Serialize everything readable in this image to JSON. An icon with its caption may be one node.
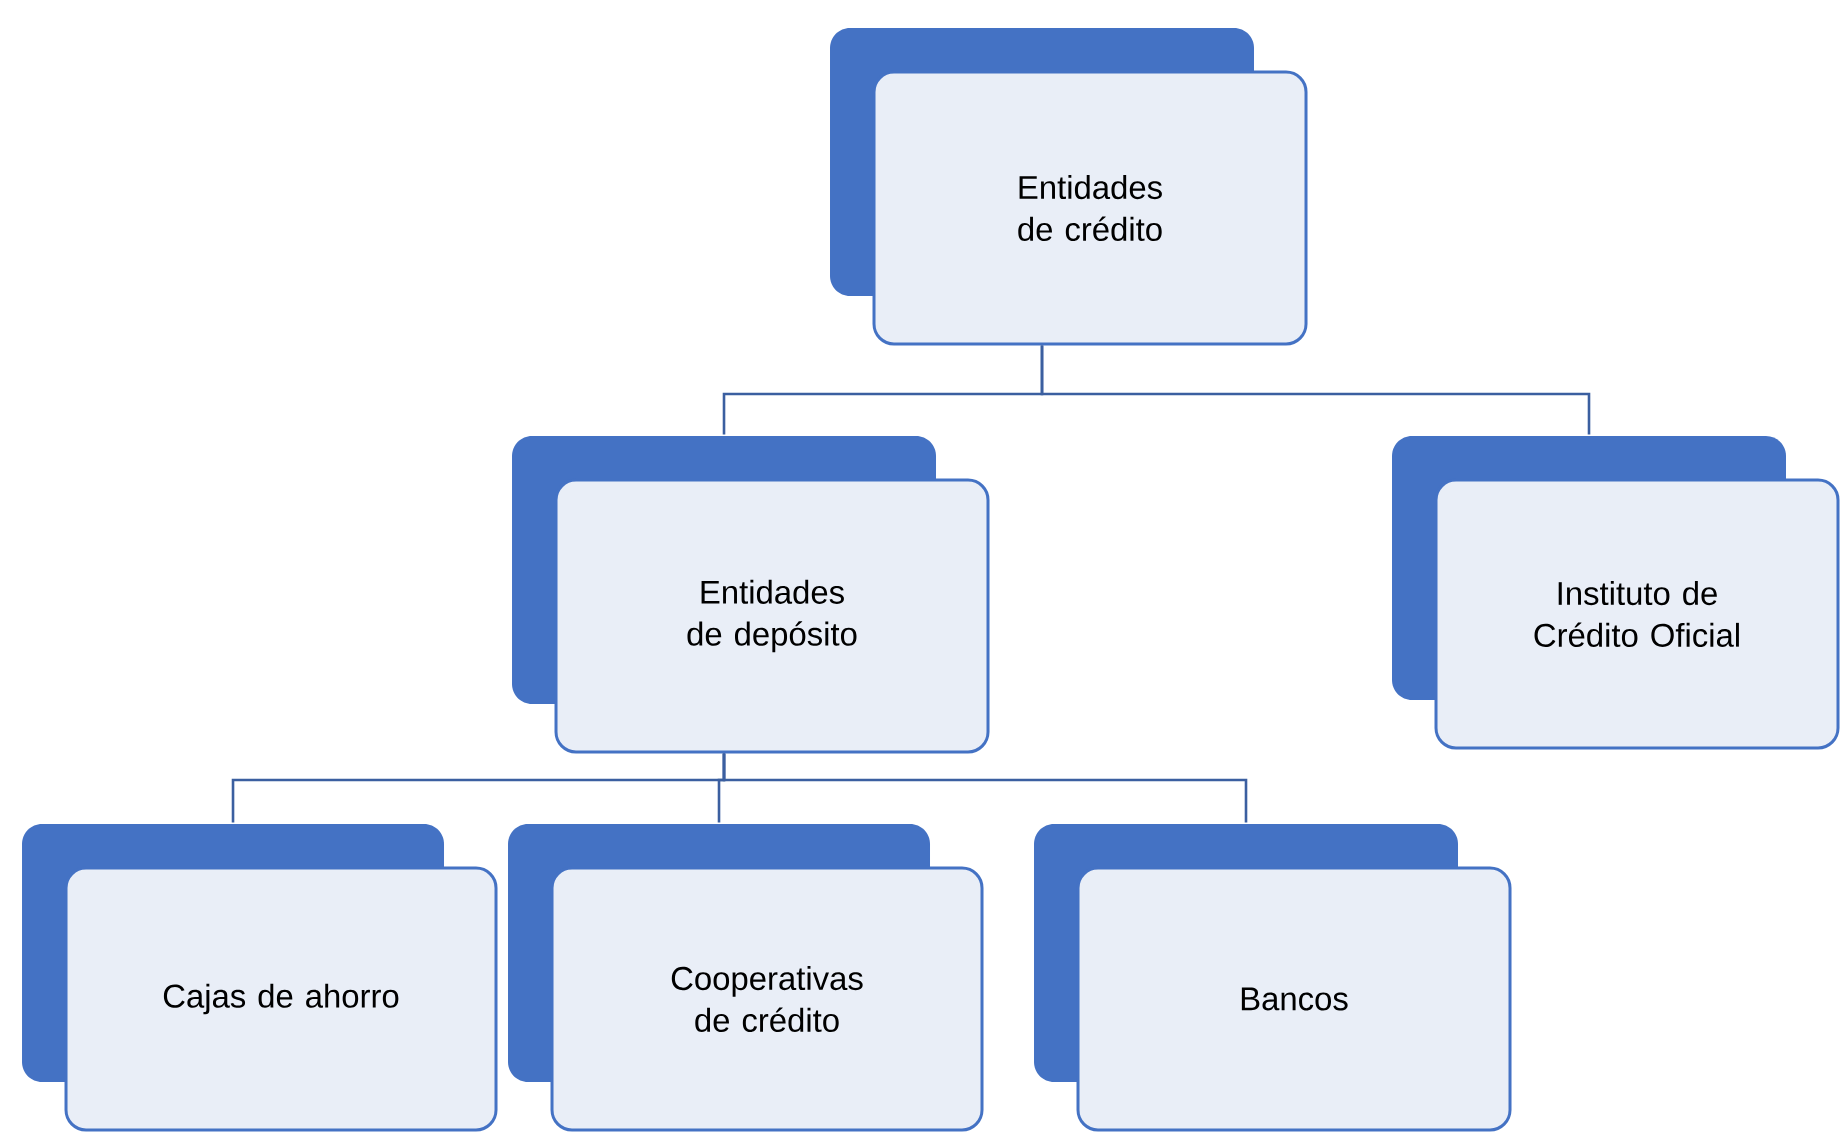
{
  "diagram": {
    "nodes": [
      {
        "text": [
          "Entidades de crédito"
        ]
      },
      {
        "text": [
          "Entidades de depósito"
        ]
      },
      {
        "text": [
          "Instituto de Crédito Oficial"
        ]
      },
      {
        "text": [
          "Cajas de ahorro"
        ]
      },
      {
        "text": [
          "Cooperativas de crédito"
        ]
      },
      {
        "text": [
          "Bancos"
        ]
      }
    ],
    "edges": [
      {
        "from": 0,
        "to": 1,
        "arrow": "none"
      },
      {
        "from": 0,
        "to": 2,
        "arrow": "none"
      },
      {
        "from": 1,
        "to": 3,
        "arrow": "none"
      },
      {
        "from": 1,
        "to": 4,
        "arrow": "none"
      },
      {
        "from": 1,
        "to": 5,
        "arrow": "none"
      }
    ]
  }
}
